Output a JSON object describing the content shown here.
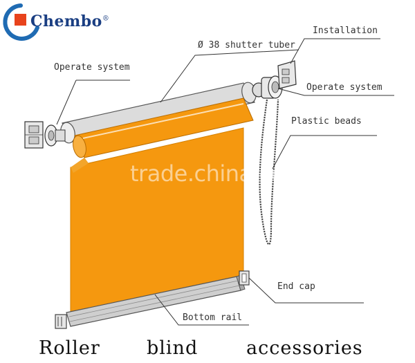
{
  "brand": {
    "name": "Chembo",
    "mark": "®",
    "accent": "#e8431c",
    "ring": "#1f6bb3",
    "text_color": "#1a3e82"
  },
  "colors": {
    "fabric": "#f5980f",
    "fabric_edge": "#e88a05",
    "tube": "#dcdcdc",
    "tube_edge": "#555555",
    "rail": "#cfcfcf"
  },
  "labels": {
    "tube": "38 shutter tuber",
    "tube_symbol": "Ø",
    "installation": "Installation",
    "operate_left": "Operate system",
    "operate_right": "Operate system",
    "beads": "Plastic beads",
    "end_cap": "End cap",
    "bottom_rail": "Bottom rail"
  },
  "watermark": "trade.china.com",
  "caption": {
    "word1": "Roller",
    "word2": "blind",
    "word3": "accessories"
  }
}
